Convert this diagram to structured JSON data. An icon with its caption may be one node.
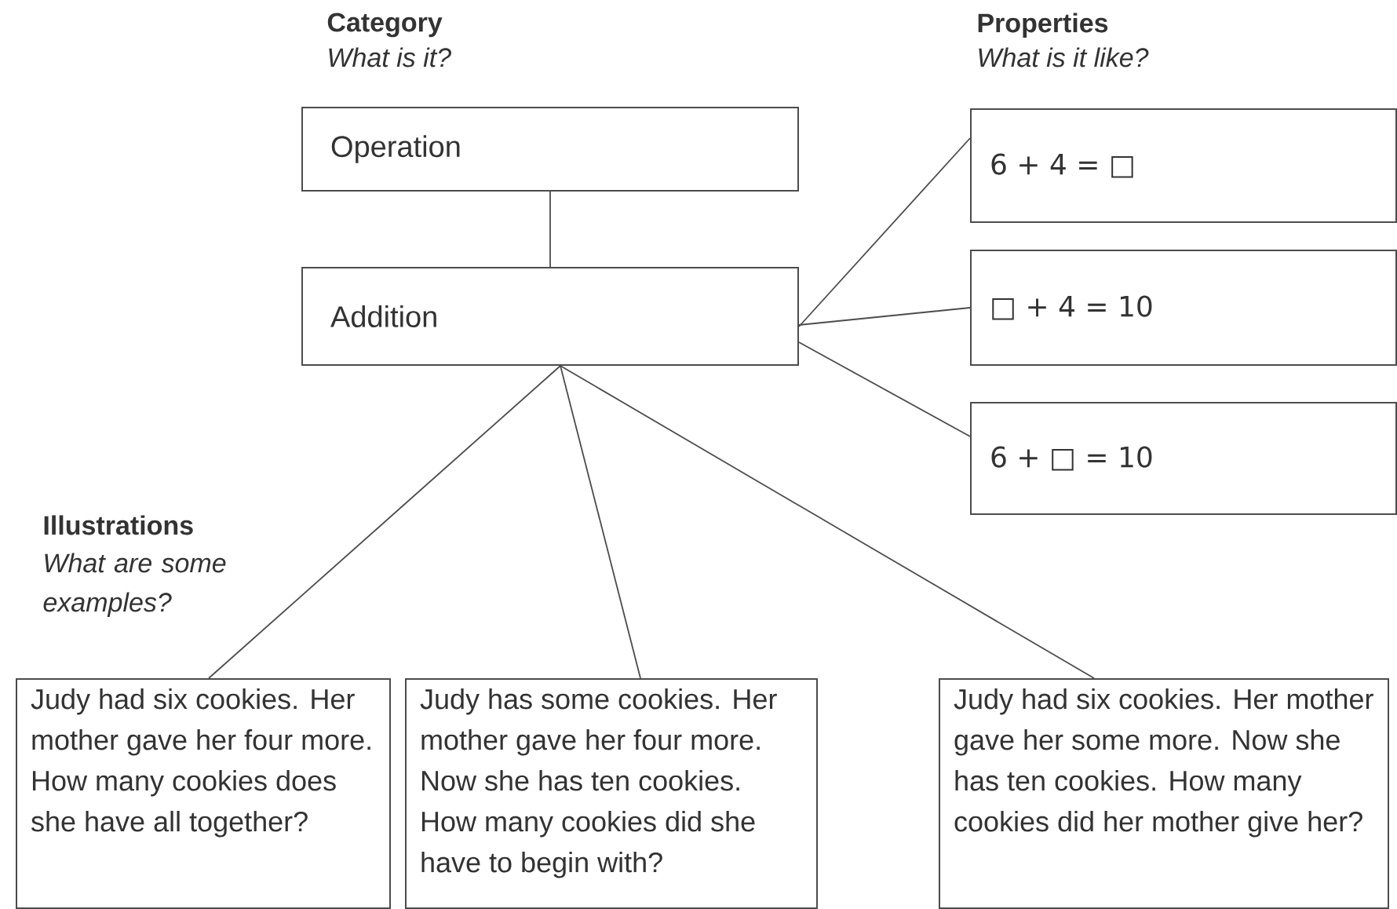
{
  "diagram": {
    "nodes": [
      {
        "text": [
          "Operation"
        ]
      },
      {
        "text": [
          "Addition"
        ]
      },
      {
        "text": [
          "6 + 4 = □"
        ]
      },
      {
        "text": [
          "□ + 4 = 10"
        ]
      },
      {
        "text": [
          "6 + □ = 10"
        ]
      },
      {
        "text": [
          "Judy had six cookies. Her mother gave her four more. How many cookies does she have all together?"
        ]
      },
      {
        "text": [
          "Judy has some cookies. Her mother gave her four more. Now she has ten cookies. How many cookies did she have to begin with?"
        ]
      },
      {
        "text": [
          "Judy had six cookies. Her mother gave her some more. Now she has ten cookies. How many cookies did her mother give her?"
        ]
      }
    ],
    "edges": [
      {
        "from": 0,
        "to": 1,
        "arrow": "none"
      },
      {
        "from": 1,
        "to": 2,
        "arrow": "none"
      },
      {
        "from": 1,
        "to": 3,
        "arrow": "none"
      },
      {
        "from": 1,
        "to": 4,
        "arrow": "none"
      },
      {
        "from": 1,
        "to": 5,
        "arrow": "none"
      },
      {
        "from": 1,
        "to": 6,
        "arrow": "none"
      },
      {
        "from": 1,
        "to": 7,
        "arrow": "none"
      }
    ],
    "labels": [
      "Category",
      "What is it?",
      "Properties",
      "What is it like?",
      "Illustrations",
      "What are some examples?"
    ]
  }
}
